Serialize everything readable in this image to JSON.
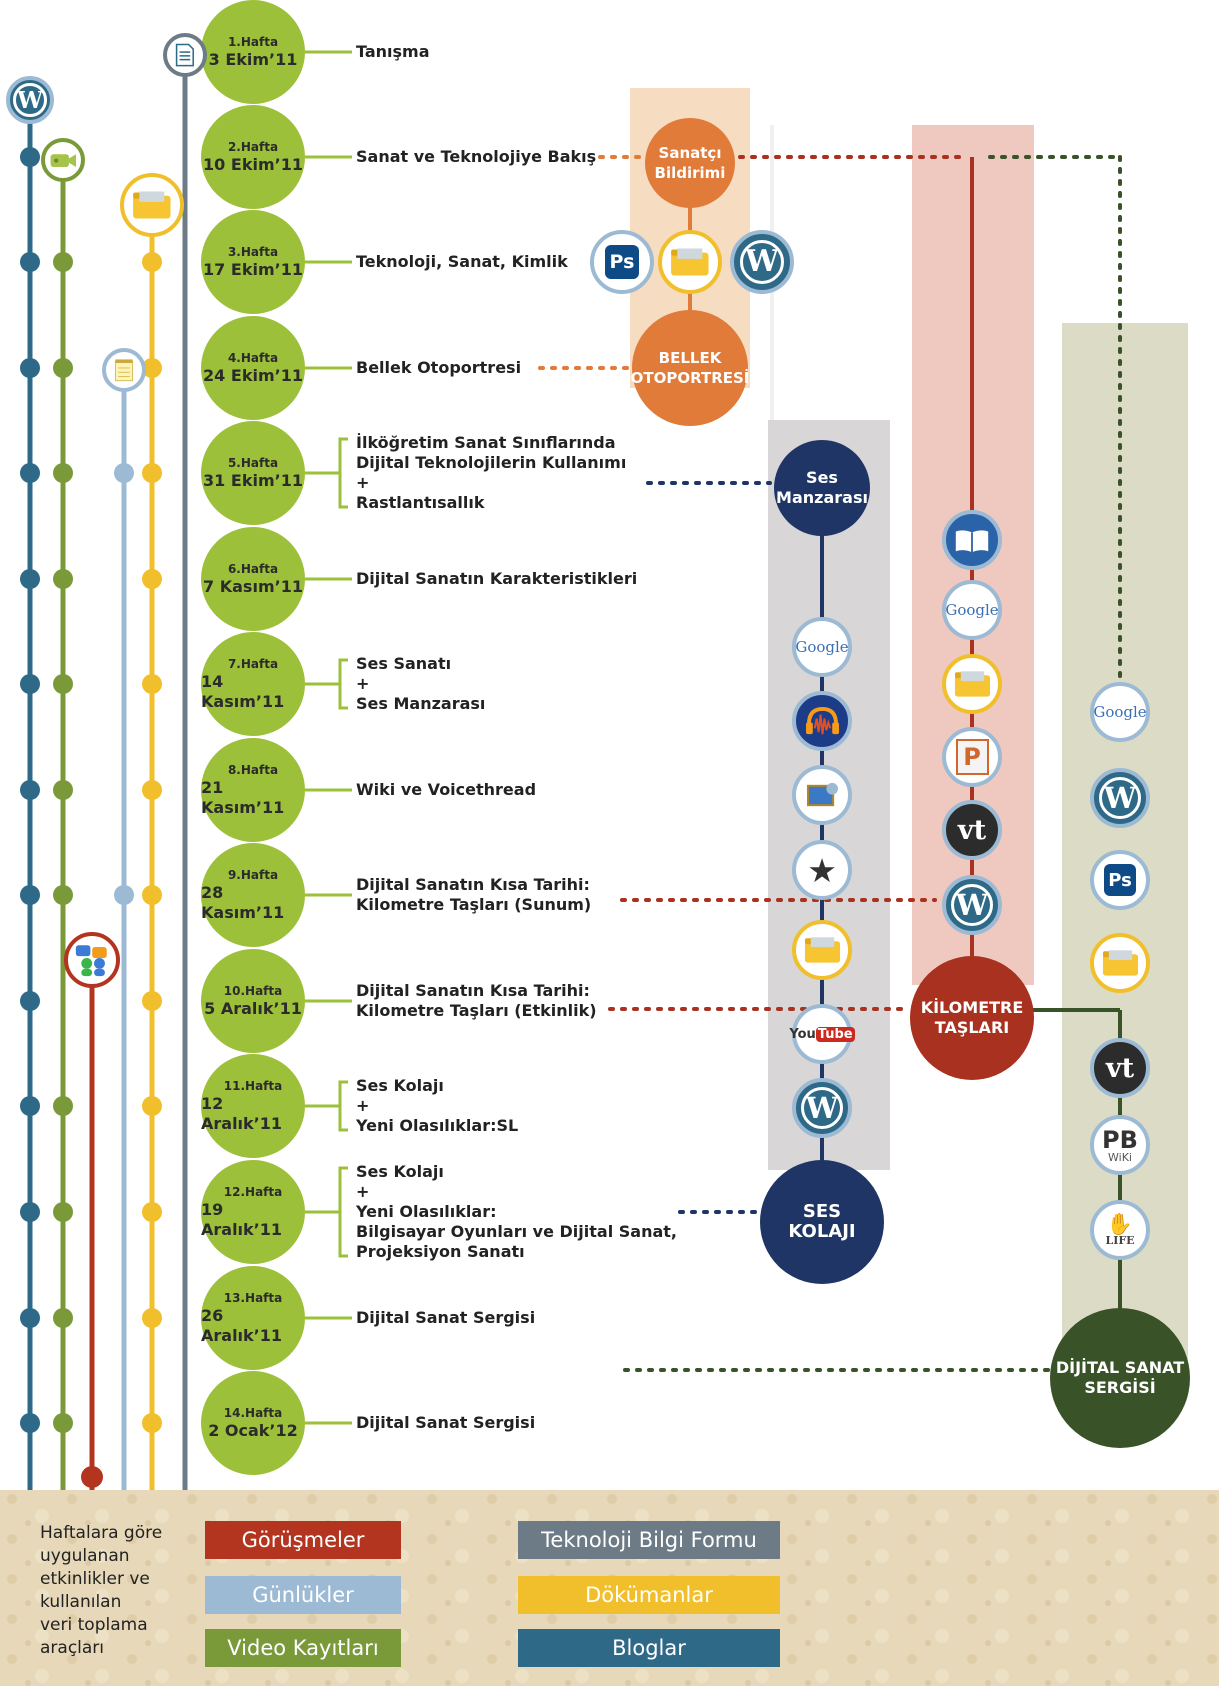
{
  "weeks": [
    {
      "label": "1.Hafta",
      "date": "3 Ekim’11",
      "topic": [
        "Tanışma"
      ]
    },
    {
      "label": "2.Hafta",
      "date": "10 Ekim’11",
      "topic": [
        "Sanat ve Teknolojiye Bakış"
      ]
    },
    {
      "label": "3.Hafta",
      "date": "17 Ekim’11",
      "topic": [
        "Teknoloji, Sanat, Kimlik"
      ]
    },
    {
      "label": "4.Hafta",
      "date": "24 Ekim’11",
      "topic": [
        "Bellek Otoportresi"
      ]
    },
    {
      "label": "5.Hafta",
      "date": "31 Ekim’11",
      "topic": [
        "İlköğretim Sanat Sınıflarında",
        "Dijital Teknolojilerin Kullanımı",
        "+",
        "Rastlantısallık"
      ]
    },
    {
      "label": "6.Hafta",
      "date": "7 Kasım’11",
      "topic": [
        "Dijital Sanatın Karakteristikleri"
      ]
    },
    {
      "label": "7.Hafta",
      "date": "14 Kasım’11",
      "topic": [
        "Ses Sanatı",
        "+",
        "Ses Manzarası"
      ]
    },
    {
      "label": "8.Hafta",
      "date": "21 Kasım’11",
      "topic": [
        "Wiki ve Voicethread"
      ]
    },
    {
      "label": "9.Hafta",
      "date": "28 Kasım’11",
      "topic": [
        "Dijital Sanatın Kısa Tarihi:",
        "Kilometre Taşları (Sunum)"
      ]
    },
    {
      "label": "10.Hafta",
      "date": "5 Aralık’11",
      "topic": [
        "Dijital Sanatın Kısa Tarihi:",
        "Kilometre Taşları (Etkinlik)"
      ]
    },
    {
      "label": "11.Hafta",
      "date": "12 Aralık’11",
      "topic": [
        "Ses Kolajı",
        "+",
        "Yeni Olasılıklar:SL"
      ]
    },
    {
      "label": "12.Hafta",
      "date": "19 Aralık’11",
      "topic": [
        "Ses Kolajı",
        "+",
        "Yeni Olasılıklar:",
        "Bilgisayar Oyunları ve Dijital Sanat,",
        "Projeksiyon Sanatı"
      ]
    },
    {
      "label": "13.Hafta",
      "date": "26 Aralık’11",
      "topic": [
        "Dijital Sanat Sergisi"
      ]
    },
    {
      "label": "14.Hafta",
      "date": "2 Ocak’12",
      "topic": [
        "Dijital Sanat Sergisi"
      ]
    }
  ],
  "hubs": {
    "sanatci": {
      "lines": [
        "Sanatçı",
        "Bildirimi"
      ],
      "color": "#e07b39"
    },
    "bellek": {
      "lines": [
        "BELLEK",
        "OTOPORTRESİ"
      ],
      "color": "#e07b39"
    },
    "ses_manzarasi": {
      "lines": [
        "Ses",
        "Manzarası"
      ],
      "color": "#1f3566"
    },
    "ses_kolaji": {
      "lines": [
        "SES",
        "KOLAJI"
      ],
      "color": "#1f3566"
    },
    "kilometre": {
      "lines": [
        "KİLOMETRE",
        "TAŞLARI"
      ],
      "color": "#a8321f"
    },
    "sergi": {
      "lines": [
        "DİJİTAL SANAT",
        "SERGİSİ"
      ],
      "color": "#3a5227"
    }
  },
  "tool_icons": {
    "bellek_tools": [
      "photoshop-icon",
      "folder-icon",
      "wordpress-icon"
    ],
    "ses_tools": [
      "google-icon",
      "audacity-icon",
      "video-editor-icon",
      "imovie-icon",
      "folder-icon",
      "youtube-icon",
      "wordpress-icon"
    ],
    "kilometre_tools": [
      "book-icon",
      "google-icon",
      "folder-icon",
      "powerpoint-icon",
      "voicethread-icon",
      "wordpress-icon"
    ],
    "sergi_tools": [
      "google-icon",
      "wordpress-icon",
      "photoshop-icon",
      "folder-icon",
      "voicethread-icon",
      "pbwiki-icon",
      "second-life-icon"
    ]
  },
  "icon_text": {
    "google": "Google",
    "youtube_a": "You",
    "youtube_b": "Tube",
    "photoshop": "Ps",
    "voicethread": "vt",
    "pbwiki_a": "PB",
    "pbwiki_b": "WiKi",
    "second_life": "LIFE",
    "wordpress": "W",
    "powerpoint": "P"
  },
  "legend": {
    "description": [
      "Haftalara göre",
      "uygulanan",
      "etkinlikler ve",
      "kullanılan",
      "veri toplama",
      "araçları"
    ],
    "items": [
      {
        "label": "Görüşmeler",
        "color": "#b3341f",
        "icon": "interview-icon"
      },
      {
        "label": "Günlükler",
        "color": "#9dbad4",
        "icon": "notepad-icon"
      },
      {
        "label": "Video Kayıtları",
        "color": "#7a9a3a",
        "icon": "video-camera-icon"
      },
      {
        "label": "Teknoloji Bilgi Formu",
        "color": "#6d7b86",
        "icon": "document-icon"
      },
      {
        "label": "Dökümanlar",
        "color": "#f1bf2c",
        "icon": "folder-icon"
      },
      {
        "label": "Bloglar",
        "color": "#2e6a88",
        "icon": "wordpress-icon"
      }
    ]
  },
  "colors": {
    "week_green": "#9dc03b",
    "blog_blue": "#2e6a88",
    "video_green": "#7a9a3a",
    "document_yellow": "#f1bf2c",
    "diary_blue": "#9dbad4",
    "interview_red": "#b3341f",
    "form_gray": "#6d7b86"
  }
}
